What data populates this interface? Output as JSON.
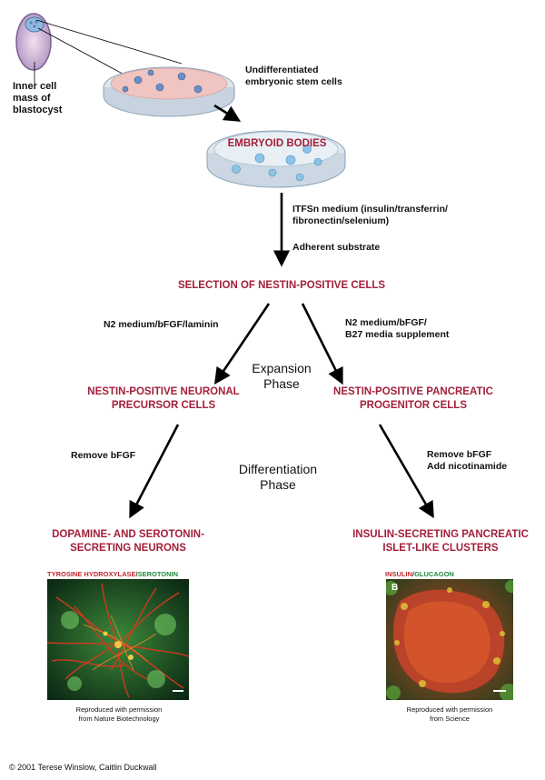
{
  "labels": {
    "inner_cell_mass": "Inner cell\nmass of\nblastocyst",
    "undiff": "Undifferentiated\nembryonic stem cells",
    "embryoid": "EMBRYOID BODIES",
    "itfsn": "ITFSn medium (insulin/transferrin/\nfibronectin/selenium)",
    "adherent": "Adherent substrate",
    "selection": "SELECTION OF NESTIN-POSITIVE CELLS",
    "n2_left": "N2 medium/bFGF/laminin",
    "n2_right": "N2 medium/bFGF/\nB27 media supplement",
    "expansion": "Expansion\nPhase",
    "neuronal": "NESTIN-POSITIVE NEURONAL\nPRECURSOR CELLS",
    "pancreatic": "NESTIN-POSITIVE PANCREATIC\nPROGENITOR CELLS",
    "remove_left": "Remove bFGF",
    "remove_right": "Remove bFGF\nAdd nicotinamide",
    "differentiation": "Differentiation\nPhase",
    "dopamine": "DOPAMINE- AND SEROTONIN-\nSECRETING NEURONS",
    "insulin_islets": "INSULIN-SECRETING PANCREATIC\nISLET-LIKE CLUSTERS",
    "reproduced_left": "Reproduced with permission\nfrom Nature Biotechnology",
    "reproduced_right": "Reproduced with permission\nfrom Science",
    "copyright": "© 2001 Terese Winslow, Caitlin Duckwall"
  },
  "stain_left": {
    "part1": "TYROSINE HYDROXYLASE",
    "sep": "/",
    "part2": "SEROTONIN"
  },
  "stain_right": {
    "part1": "INSULIN",
    "sep": "/",
    "part2": "GLUCAGON"
  },
  "panel_letter": "B",
  "colors": {
    "accent_red": "#a3203a",
    "stain_red": "#c1272d",
    "stain_green": "#1f8a3a",
    "dish": "#d9e6f0"
  }
}
